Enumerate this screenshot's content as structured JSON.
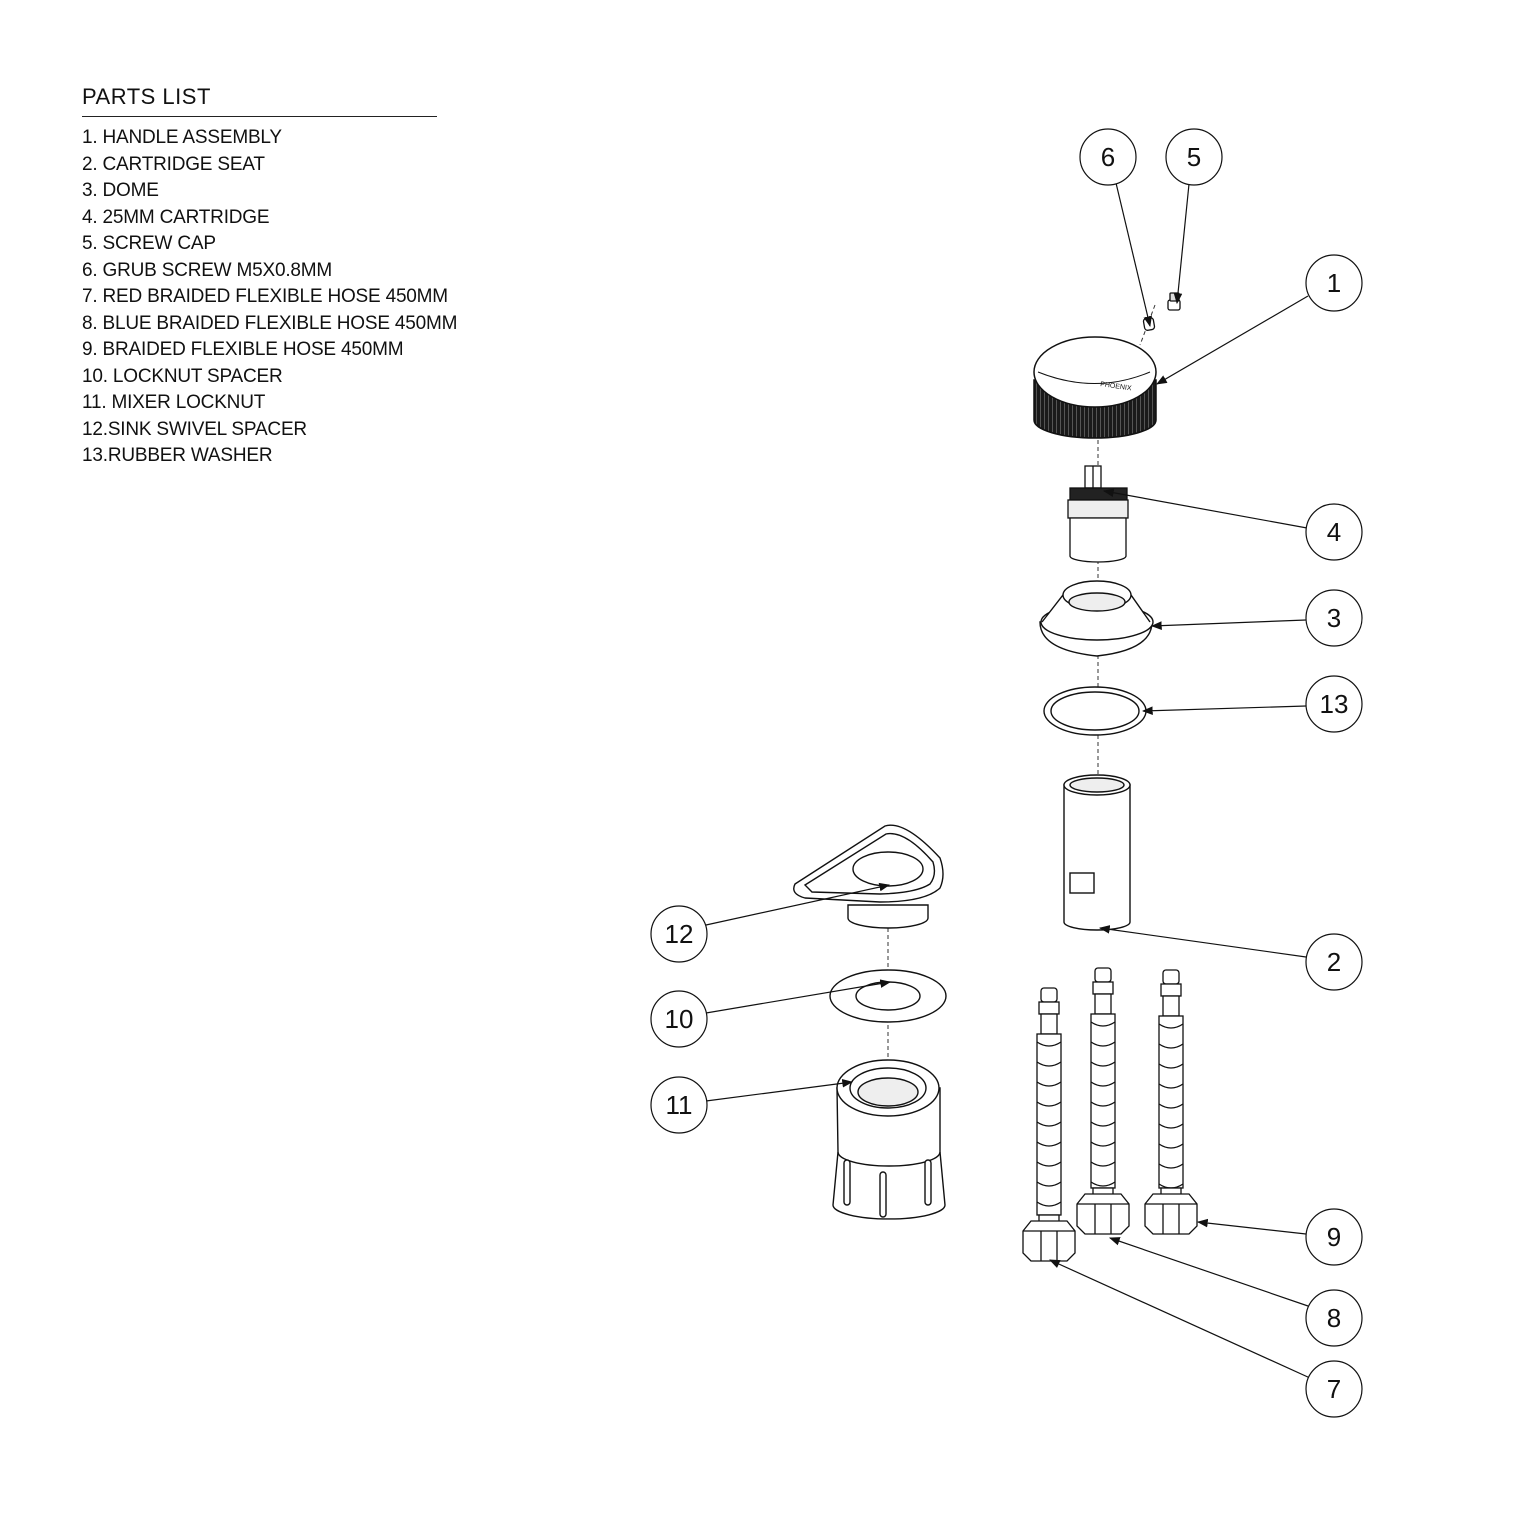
{
  "parts_list": {
    "title": "PARTS LIST",
    "items": [
      "1. HANDLE ASSEMBLY",
      "2. CARTRIDGE SEAT",
      "3. DOME",
      "4. 25MM CARTRIDGE",
      "5. SCREW CAP",
      "6. GRUB SCREW M5X0.8MM",
      "7. RED BRAIDED FLEXIBLE HOSE 450MM",
      "8. BLUE BRAIDED FLEXIBLE HOSE 450MM",
      "9. BRAIDED FLEXIBLE HOSE 450MM",
      "10. LOCKNUT SPACER",
      "11. MIXER LOCKNUT",
      "12.SINK SWIVEL SPACER",
      "13.RUBBER WASHER"
    ]
  },
  "callouts": {
    "c1": "1",
    "c2": "2",
    "c3": "3",
    "c4": "4",
    "c5": "5",
    "c6": "6",
    "c7": "7",
    "c8": "8",
    "c9": "9",
    "c10": "10",
    "c11": "11",
    "c12": "12",
    "c13": "13"
  },
  "handle_brand": "PHOENIX"
}
